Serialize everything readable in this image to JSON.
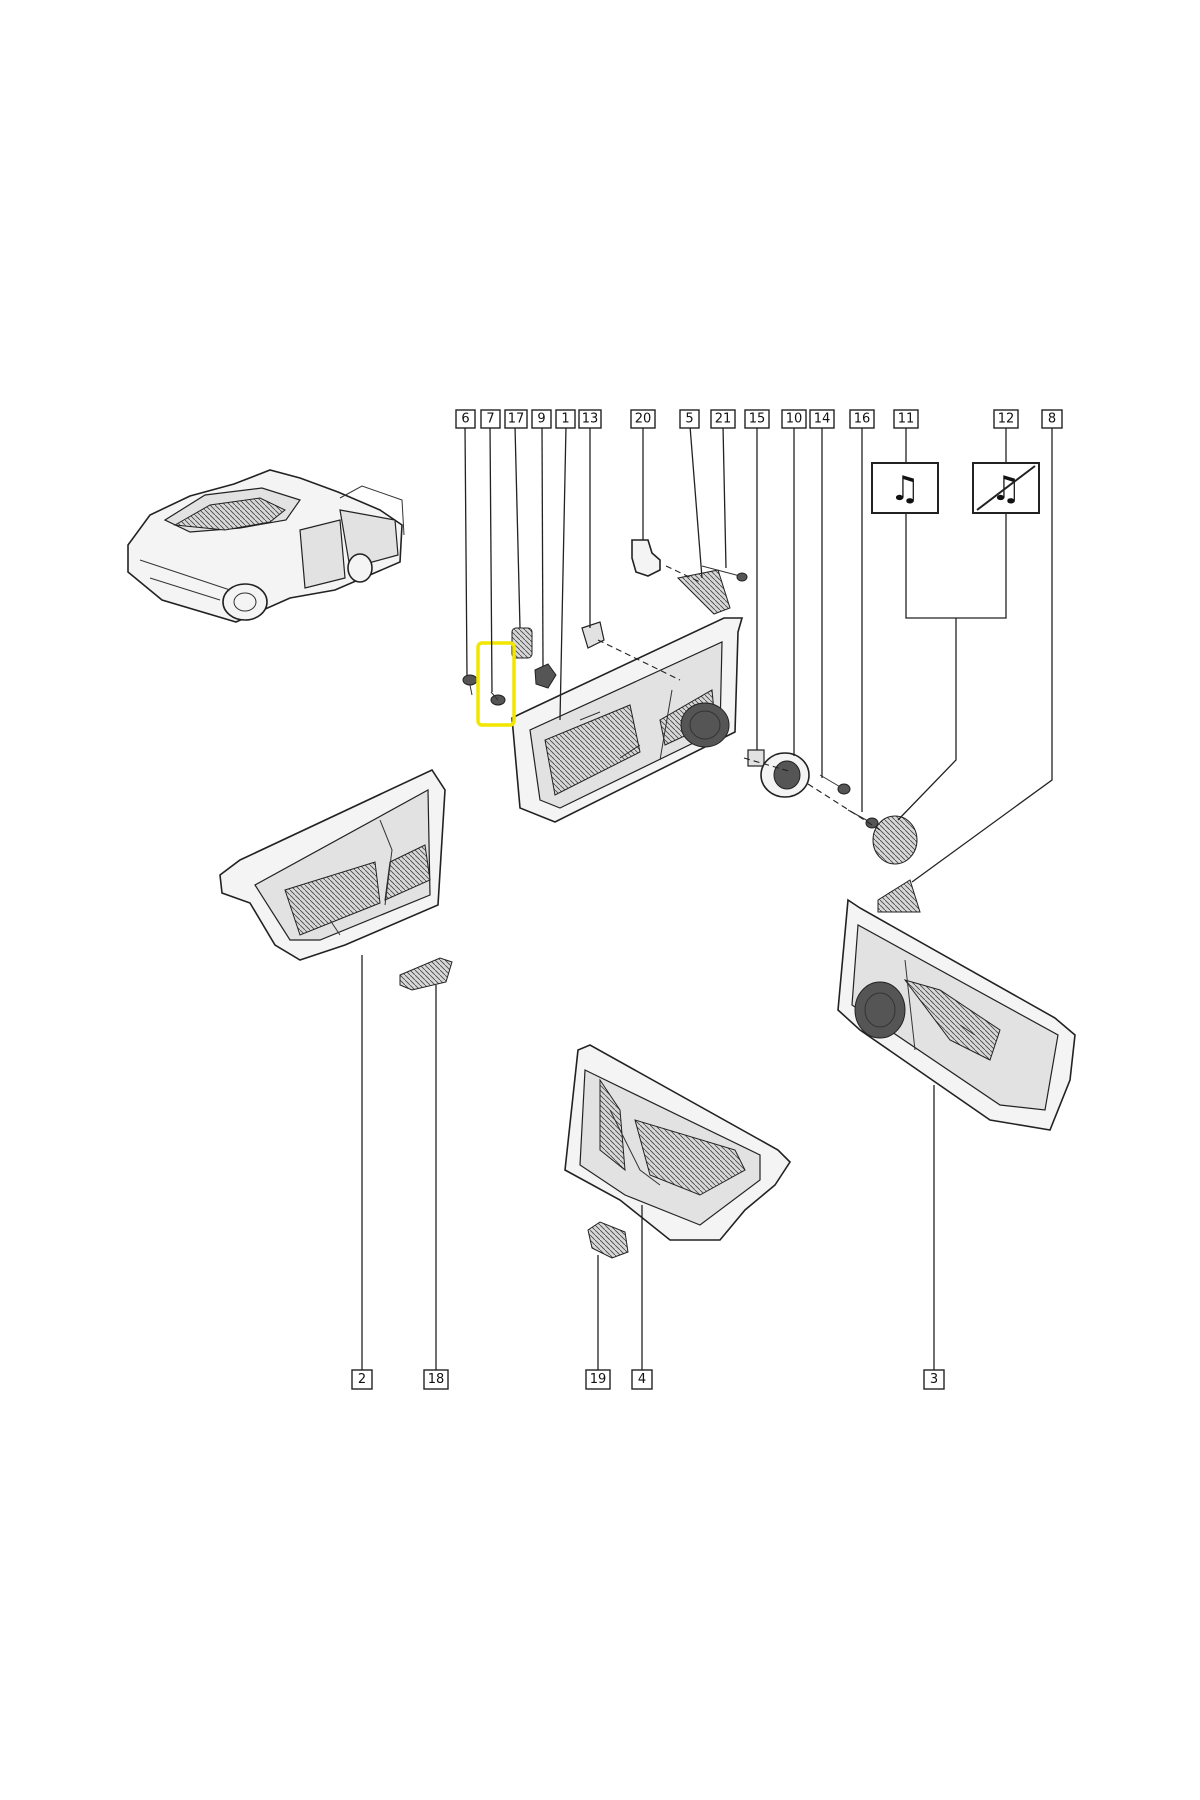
{
  "callouts": {
    "c6": "6",
    "c7": "7",
    "c17": "17",
    "c9": "9",
    "c1": "1",
    "c13": "13",
    "c20": "20",
    "c5": "5",
    "c21": "21",
    "c15": "15",
    "c10": "10",
    "c14": "14",
    "c16": "16",
    "c11": "11",
    "c12": "12",
    "c8": "8",
    "c2": "2",
    "c18": "18",
    "c19": "19",
    "c4": "4",
    "c3": "3"
  },
  "symbols": {
    "with_radio": "♫",
    "without_radio": "♫"
  },
  "colors": {
    "highlight": "#f2e600",
    "line": "#222222",
    "panel_fill": "#f4f4f4"
  },
  "icons": {
    "with_radio": "music-note-icon",
    "without_radio": "music-note-crossed-icon"
  }
}
